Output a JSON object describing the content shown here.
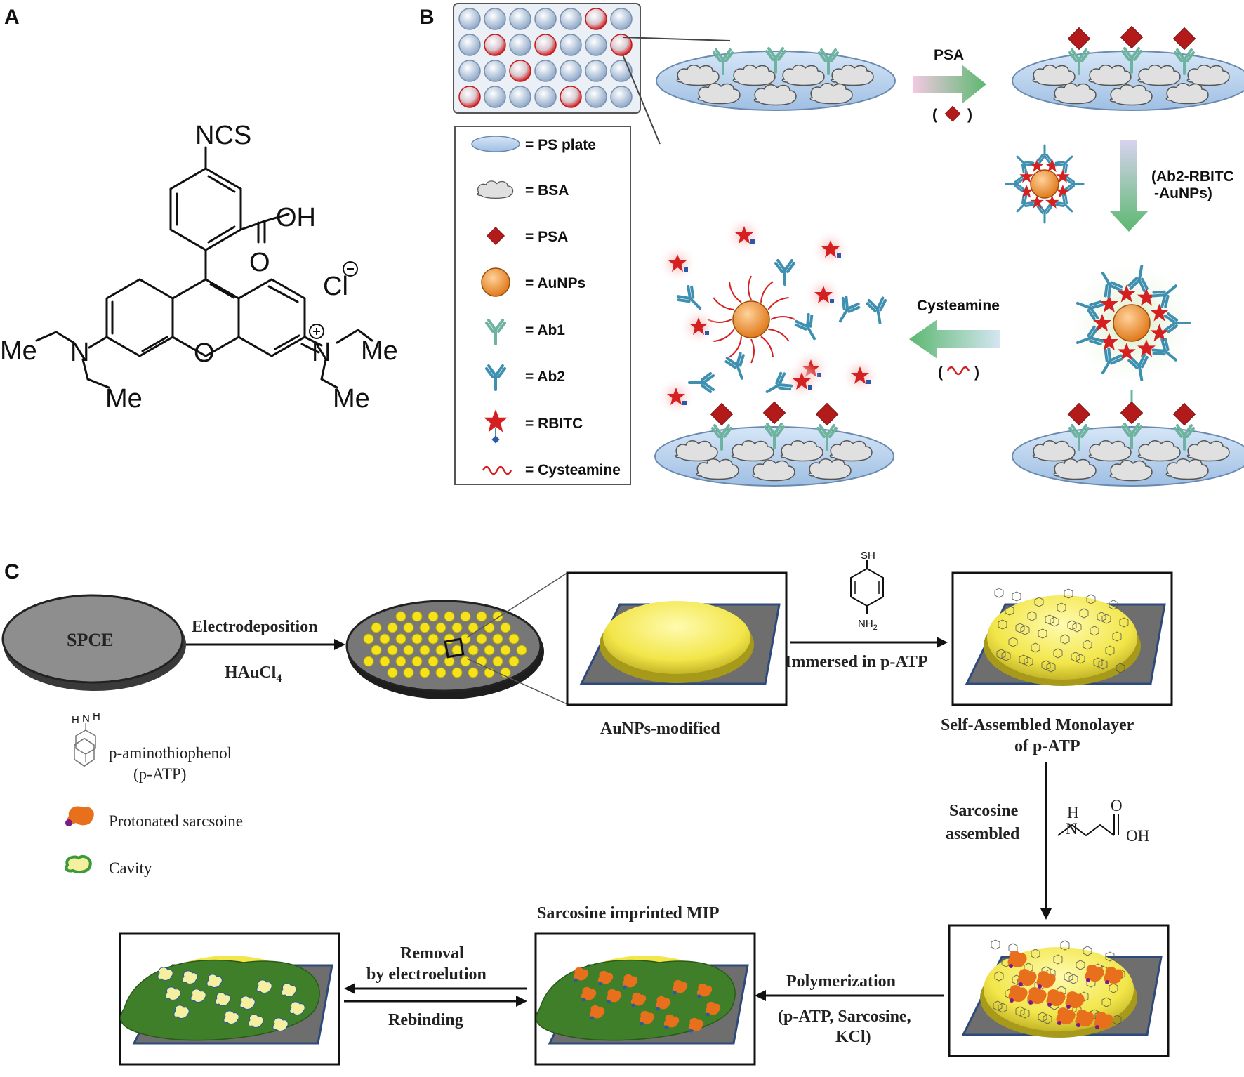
{
  "panels": {
    "a": "A",
    "b": "B",
    "c": "C"
  },
  "panelA": {
    "ncs": "NCS",
    "oh": "OH",
    "o_carbonyl": "O",
    "o_ring": "O",
    "cl": "Cl",
    "n_left": "N",
    "n_right": "N",
    "me_left": "Me",
    "me_bottom_left": "Me",
    "me_right": "Me",
    "me_bottom_right": "Me"
  },
  "panelB": {
    "legend": [
      {
        "label": "= PS plate",
        "icon": "ps-plate-icon"
      },
      {
        "label": "= BSA",
        "icon": "bsa-icon"
      },
      {
        "label": "= PSA",
        "icon": "psa-icon"
      },
      {
        "label": "= AuNPs",
        "icon": "aunp-icon"
      },
      {
        "label": "= Ab1",
        "icon": "ab1-icon"
      },
      {
        "label": "= Ab2",
        "icon": "ab2-icon"
      },
      {
        "label": "= RBITC",
        "icon": "rbitc-icon"
      },
      {
        "label": "= Cysteamine",
        "icon": "cysteamine-icon"
      }
    ],
    "step1_label": "PSA",
    "step1_paren_open": "(",
    "step1_paren_close": ")",
    "step2_line1": "(Ab2-RBITC",
    "step2_line2": "-AuNPs)",
    "step3_label": "Cysteamine",
    "step3_paren_open": "(",
    "step3_paren_close": ")",
    "colors": {
      "psa": "#b31b1b",
      "aunp": "#e8862b",
      "ab1": "#6db3a0",
      "ab2": "#3e8fb0",
      "rbitc": "#d42020",
      "plate": "#b9d3ee"
    }
  },
  "panelC": {
    "spce": "SPCE",
    "electrodeposition": "Electrodeposition",
    "haucl4": "HAuCl",
    "haucl4_sub": "4",
    "aunps_modified": "AuNPs-modified",
    "sh": "SH",
    "nh2": "NH",
    "nh2_sub": "2",
    "immersed": "Immersed in p-ATP",
    "sam_line1": "Self-Assembled Monolayer",
    "sam_line2": "of p-ATP",
    "sarcosine_line1": "Sarcosine",
    "sarcosine_line2": "assembled",
    "sarc_h": "H",
    "sarc_n": "N",
    "sarc_o": "O",
    "sarc_oh": "OH",
    "polymerization": "Polymerization",
    "poly_cond_line1": "(p-ATP, Sarcosine,",
    "poly_cond_line2": "KCl)",
    "mip_title": "Sarcosine imprinted MIP",
    "removal_line1": "Removal",
    "removal_line2": "by electroelution",
    "rebinding": "Rebinding",
    "legend_patp_line1": "p-aminothiophenol",
    "legend_patp_line2": "(p-ATP)",
    "legend_protonated": "Protonated sarcsoine",
    "legend_cavity": "Cavity",
    "legend_patp_h1": "H",
    "legend_patp_n": "N",
    "legend_patp_h2": "H"
  }
}
